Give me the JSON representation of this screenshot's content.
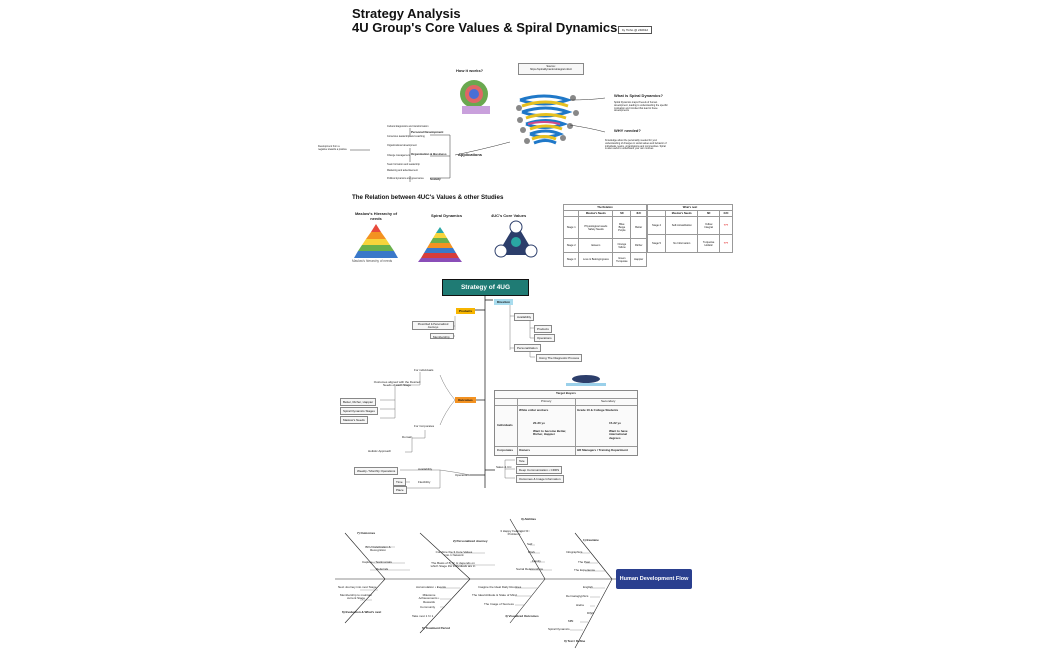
{
  "header": {
    "title_line1": "Strategy Analysis",
    "title_line2": "4U Group's Core Values & Spiral Dynamics",
    "author_badge": "by Tinho @ 240912"
  },
  "spiral_section": {
    "how_label": "How it works?",
    "source": "Source:\nhttps://spiraldynamicsintegral.nl/en/",
    "what_label": "What is Spiral Dynamics?",
    "what_text": "Spiral Dynamics maps 8 levels of human development, leading to understanding the specific motivation and mindset that lead to these developments",
    "why_label": "WHY needed?",
    "why_text": "Knowledge about the personality needed for your understanding of changes in social values and behavior of individuals, teams, organizations and communities. Spiral is also useful to understand your own motives",
    "applications_label": "Applications",
    "apps": [
      {
        "label": "Personal Development",
        "items": [
          "Cultural diagnostics and transformation",
          "Conscious leadership and coaching"
        ]
      },
      {
        "label": "Organization & Business",
        "items": [
          "Organizational development",
          "Change management",
          "Team formation and leadership",
          "Marketing and advertisement"
        ]
      },
      {
        "label": "Society",
        "items": [
          "Political dynamics and governance"
        ]
      }
    ],
    "left_note": "Development from a negative towards a positive"
  },
  "relation": {
    "title": "The Relation between 4UC's Values & other Studies",
    "maslow_title": "Maslow's Hierarchy of needs",
    "maslow_caption": "Maslow's hierarchy of needs",
    "spiral_title": "Spiral Dynamics",
    "core_title": "4UC's Core Values"
  },
  "table_relation": {
    "title": "The Relation",
    "headers": [
      "",
      "Maslow's Needs",
      "SD",
      "4UC"
    ],
    "rows": [
      [
        "Stage 1",
        "Physiological needs\nSafety Needs",
        "Blue\nBeige\nPurple",
        "Better"
      ],
      [
        "Stage 2",
        "Esteem",
        "Orange\nYellow",
        "Richer"
      ],
      [
        "Stage 3",
        "Love & Belongingness",
        "Green\nTurquoise",
        "Happier"
      ]
    ]
  },
  "table_next": {
    "title": "What's next",
    "headers": [
      "",
      "Maslow's Needs",
      "SD",
      "4UC"
    ],
    "rows": [
      [
        "Stage 4",
        "Self-Actualization",
        "Yellow\nIntegral",
        "???"
      ],
      [
        "Stage 5",
        "No Information",
        "Turquoise\nHolistic",
        "???"
      ]
    ]
  },
  "strategy": {
    "title": "Strategy of 4UG",
    "products": "Products",
    "products_items": [
      "Prescribed & Personalized Journeys",
      "Membership"
    ],
    "direction": "Direction",
    "availability": "Availability",
    "availability_items": [
      "Products",
      "Operations"
    ],
    "personalization": "Personalization",
    "diagnostic": "Using The Diagnostic Process",
    "outcomes_label": "Outcomes",
    "for_individuals": "For individuals",
    "aligned": "Outcomes aligned with the Desired Needs of each Stage",
    "stage_items": [
      "Better, Richer, Happier",
      "Spiral Dynamics Stages",
      "Maslow's Needs"
    ],
    "for_corporates": "For Corporates",
    "domain": "Domain",
    "holistic": "Holistic Approach",
    "weekly": "Weekly / Monthly Operations",
    "time": "Time",
    "place": "Place",
    "availability2": "Availability",
    "flexibility": "Flexibility",
    "operations": "Operations",
    "sales": "Sales & CC",
    "sales_items": [
      "Tele",
      "Deep Communication • CRRS",
      "Outcomes & Image Information"
    ]
  },
  "target": {
    "title": "Target Buyers",
    "cols": [
      "",
      "Primary",
      "Secondary"
    ],
    "individuals": "Individuals",
    "primary_ind": [
      "White collar workers",
      "20-30 yo",
      "Want to become Better, Richer, Happier"
    ],
    "secondary_ind": [
      "Grade 10 & College Students",
      "15-22 yo",
      "Want to have international degrees"
    ],
    "corporates": "Corporates",
    "primary_corp": "Owners",
    "secondary_corp": "HR Managers / Training Department"
  },
  "fishbone": {
    "head": "Human Development Flow",
    "top": [
      {
        "title": "7) Outcomes",
        "items": [
          "BKU Celebration & Recognition",
          "Capture • Testimonials",
          "Referrals"
        ]
      },
      {
        "title": "2) Personalized Journey",
        "items": [
          "Combine the 3 Core Values into 1 Network",
          "The Basis of B, R, H depends on which Stage the Individuals are in"
        ]
      },
      {
        "title": "3) Abilities",
        "items": [
          "3 Happy Feelings / 3 Problems",
          "Self",
          "Work",
          "Family",
          "Social Relationships"
        ]
      },
      {
        "title": "1) Examine",
        "items": [
          "Infographics",
          "The Past",
          "The Experience"
        ]
      }
    ],
    "bottom": [
      {
        "title": "6) Evaluation & What's next",
        "items": [
          "Next Journey into next Stage",
          "Membership to maintain current Stage"
        ]
      },
      {
        "title": "5) Treatment Period",
        "items": [
          "Accumulation • Events",
          "Milestone Achievements • Rewards",
          "Community",
          "Take next 1 hr 1"
        ]
      },
      {
        "title": "4) Visualized Outcomes",
        "items": [
          "Imagine the Ideal Daily Routines",
          "The Ideal Attitude & State of Mind",
          "The Image of Success"
        ]
      },
      {
        "title": "0) Test / Define",
        "items": [
          "English",
          "Dermatoglyphics",
          "Hieha",
          "DISC",
          "MBI",
          "Spiral Dynamics"
        ]
      }
    ]
  },
  "colors": {
    "teal": "#1f7b74",
    "gold": "#f7b500",
    "cyan": "#a8dcee",
    "orange": "#f39221",
    "navy": "#2a3f8f",
    "spiral_blue": "#1f78c8",
    "spiral_yellow": "#e6c020"
  }
}
